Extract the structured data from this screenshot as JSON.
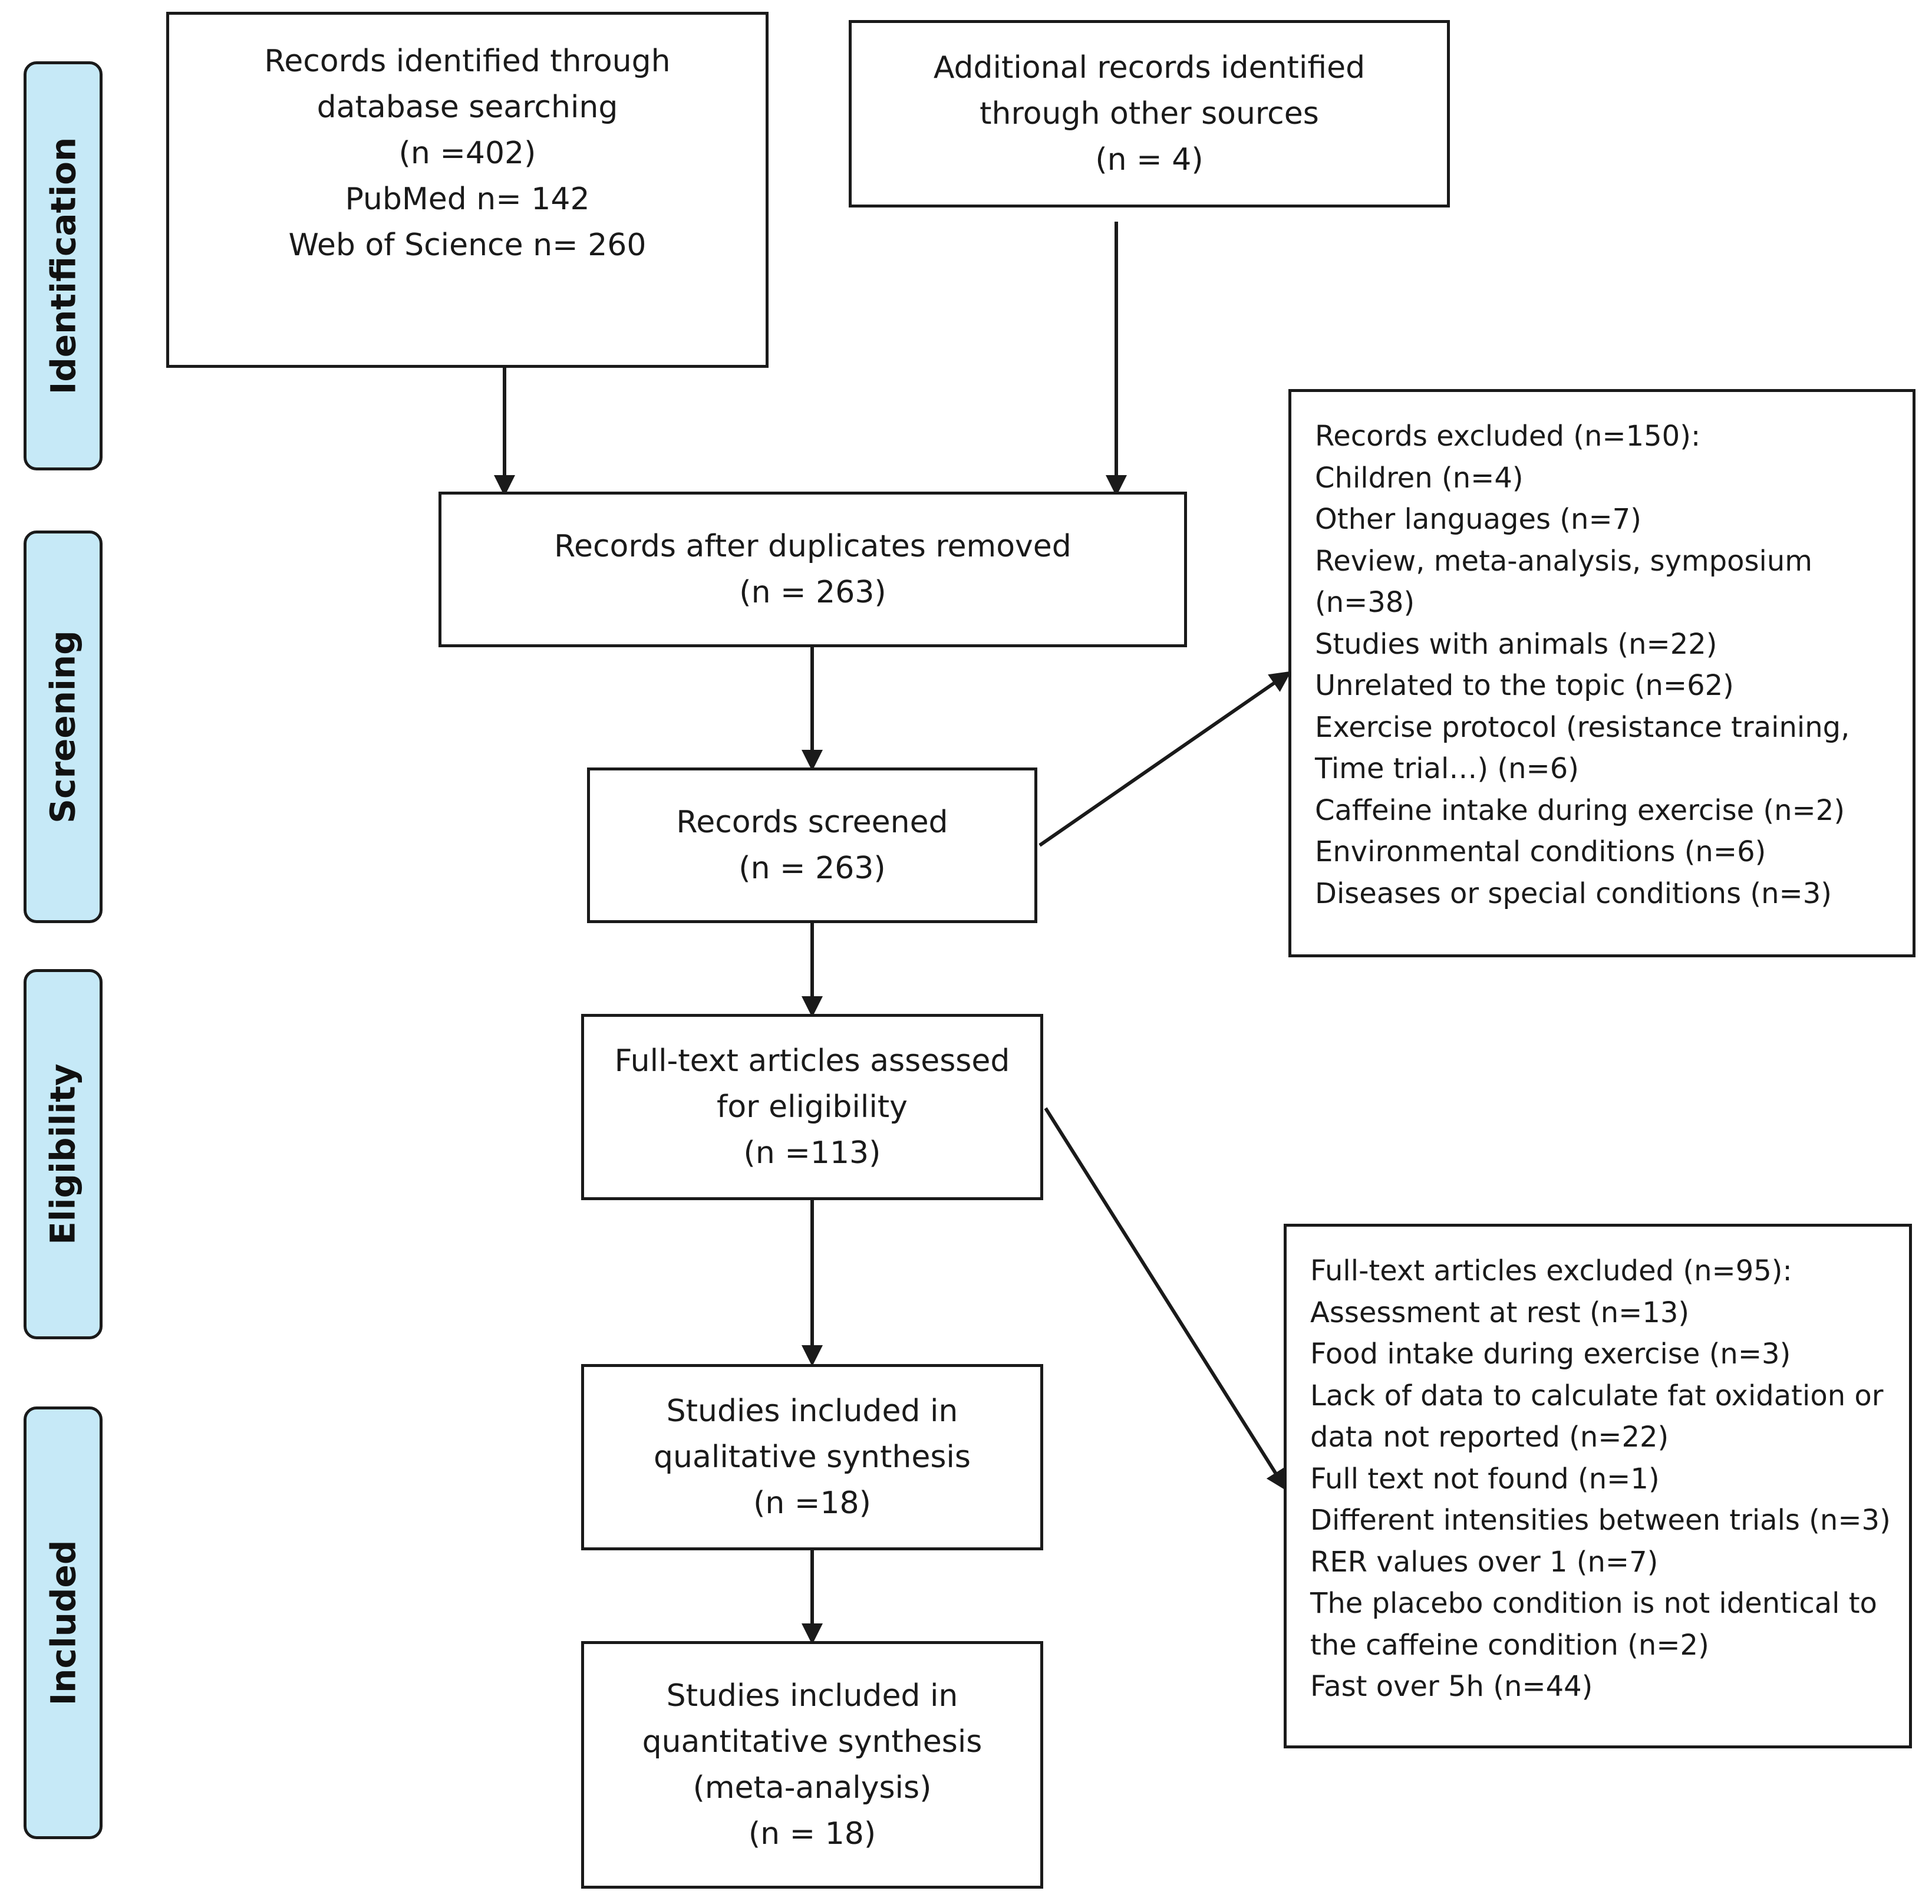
{
  "phases": {
    "identification": "Identification",
    "screening": "Screening",
    "eligibility": "Eligibility",
    "included": "Included"
  },
  "database_search": {
    "lines": [
      "Records identified through",
      "database searching",
      "(n =402)",
      "PubMed n= 142",
      "Web of Science n= 260"
    ]
  },
  "other_sources": {
    "lines": [
      "Additional records identified",
      "through other sources",
      "(n = 4)"
    ]
  },
  "duplicates_removed": {
    "lines": [
      "Records after duplicates removed",
      "(n = 263)"
    ]
  },
  "screened": {
    "lines": [
      "Records screened",
      "(n = 263)"
    ]
  },
  "records_excluded": {
    "lines": [
      "Records excluded (n=150):",
      "Children (n=4)",
      "Other languages (n=7)",
      "Review, meta-analysis, symposium",
      "(n=38)",
      "Studies with animals (n=22)",
      "Unrelated to the topic (n=62)",
      "Exercise protocol (resistance training,",
      "Time trial…) (n=6)",
      "Caffeine intake during exercise (n=2)",
      "Environmental conditions (n=6)",
      "Diseases or special conditions (n=3)"
    ]
  },
  "fulltext_assessed": {
    "lines": [
      "Full-text articles assessed",
      "for eligibility",
      "(n =113)"
    ]
  },
  "fulltext_excluded": {
    "lines": [
      "Full-text articles excluded (n=95):",
      "Assessment at rest (n=13)",
      "Food intake during exercise (n=3)",
      "Lack of data to calculate fat oxidation or",
      "data not reported (n=22)",
      "Full text not found (n=1)",
      "Different intensities between trials (n=3)",
      "RER values over 1 (n=7)",
      "The placebo condition is not identical to",
      "the caffeine condition (n=2)",
      "Fast over 5h (n=44)"
    ]
  },
  "qualitative": {
    "lines": [
      "Studies included in",
      "qualitative synthesis",
      "(n =18)"
    ]
  },
  "quantitative": {
    "lines": [
      "Studies included in",
      "quantitative synthesis",
      "(meta-analysis)",
      "(n = 18)"
    ]
  }
}
